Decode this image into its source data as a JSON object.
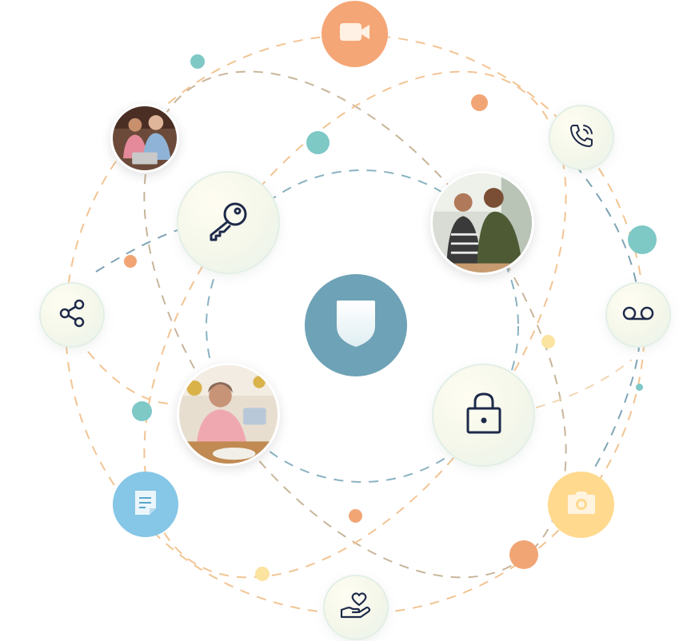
{
  "colors": {
    "teal": "#7ec8c6",
    "orange": "#f2a574",
    "yellow": "#fbe3a0",
    "shield_bg": "#6ea2b6",
    "note_bg": "#86c6e6",
    "camera_bg": "#ffd98e",
    "video_bg": "#f5a676",
    "icon_navy": "#1e2a4a"
  },
  "nodes": [
    {
      "name": "shield-node",
      "icon": "shield-icon"
    },
    {
      "name": "key-node",
      "icon": "key-icon"
    },
    {
      "name": "lock-node",
      "icon": "lock-icon"
    },
    {
      "name": "video-node",
      "icon": "video-camera-icon"
    },
    {
      "name": "phone-node",
      "icon": "phone-call-icon"
    },
    {
      "name": "voicemail-node",
      "icon": "voicemail-icon"
    },
    {
      "name": "camera-node",
      "icon": "camera-icon"
    },
    {
      "name": "heart-hand-node",
      "icon": "heart-hand-icon"
    },
    {
      "name": "note-node",
      "icon": "document-icon"
    },
    {
      "name": "share-node",
      "icon": "share-icon"
    },
    {
      "name": "photo-couple-laptop",
      "icon": "photo-seniors-laptop"
    },
    {
      "name": "photo-father-daughter",
      "icon": "photo-father-daughter"
    },
    {
      "name": "photo-woman-gift",
      "icon": "photo-woman-gift"
    }
  ]
}
